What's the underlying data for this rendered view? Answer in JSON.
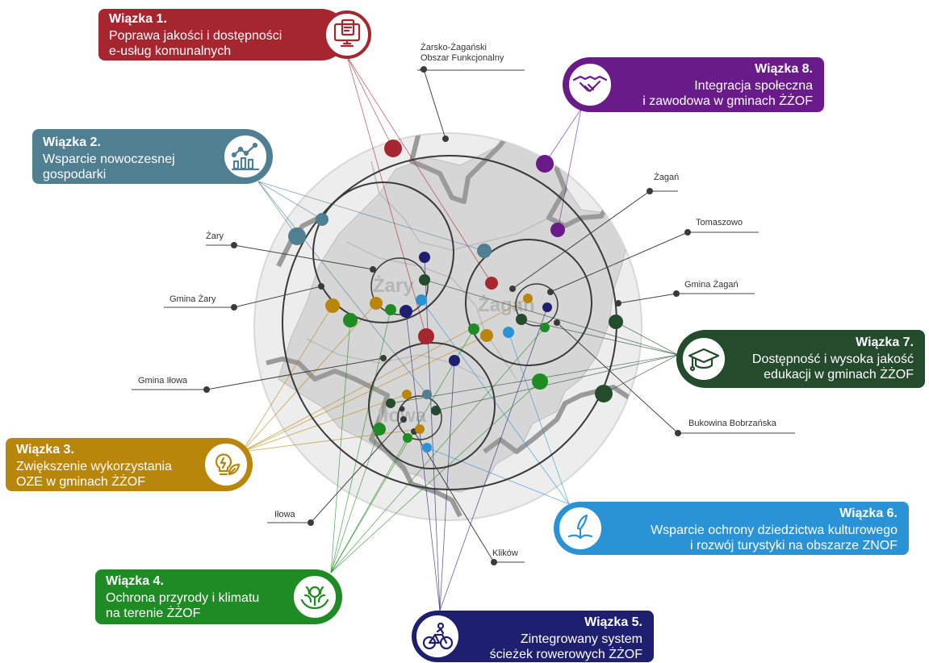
{
  "colors": {
    "w1": "#a62630",
    "w2": "#4f7f91",
    "w3": "#b8860b",
    "w4": "#1f8b24",
    "w5": "#1e1f6e",
    "w6": "#2a93d5",
    "w7": "#244b2c",
    "w8": "#6a1b8a"
  },
  "cards": [
    {
      "id": "w1",
      "title": "Wiązka 1.",
      "line1": "Poprawa jakości i dostępności",
      "line2": "e-usług komunalnych",
      "icon": "computer-document-icon"
    },
    {
      "id": "w2",
      "title": "Wiązka 2.",
      "line1": "Wsparcie nowoczesnej",
      "line2": "gospodarki",
      "icon": "growth-chart-icon"
    },
    {
      "id": "w3",
      "title": "Wiązka 3.",
      "line1": "Zwiększenie wykorzystania",
      "line2": "OZE w gminach ŻŻOF",
      "icon": "eco-bulb-icon"
    },
    {
      "id": "w4",
      "title": "Wiązka 4.",
      "line1": "Ochrona przyrody i klimatu",
      "line2": "na terenie ŻŻOF",
      "icon": "nature-hands-icon"
    },
    {
      "id": "w5",
      "title": "Wiązka 5.",
      "line1": "Zintegrowany system",
      "line2": "ścieżek rowerowych ŻŻOF",
      "icon": "bicycle-icon"
    },
    {
      "id": "w6",
      "title": "Wiązka 6.",
      "line1": "Wsparcie ochrony dziedzictwa kulturowego",
      "line2": "i rozwój turystyki na obszarze ZNOF",
      "icon": "quill-book-icon"
    },
    {
      "id": "w7",
      "title": "Wiązka 7.",
      "line1": "Dostępność i wysoka jakość",
      "line2": "edukacji w gminach ŻŻOF",
      "icon": "graduation-cap-icon"
    },
    {
      "id": "w8",
      "title": "Wiązka 8.",
      "line1": "Integracja społeczna",
      "line2": "i zawodowa w gminach ŻŻOF",
      "icon": "handshake-icon"
    }
  ],
  "labels": {
    "zzof": "Żarsko-Żagański\nObszar Funkcjonalny",
    "zagan": "Żagań",
    "tomaszowo": "Tomaszowo",
    "gmina_zagan": "Gmina Żagań",
    "bukowina": "Bukowina Bobrzańska",
    "zary": "Żary",
    "gmina_zary": "Gmina Żary",
    "gmina_ilowa": "Gmina Iłowa",
    "ilowa": "Iłowa",
    "klikow": "Klików"
  },
  "map_text": {
    "zary": "Żary",
    "zagan": "Żagań",
    "ilowa": "Iłowa"
  }
}
